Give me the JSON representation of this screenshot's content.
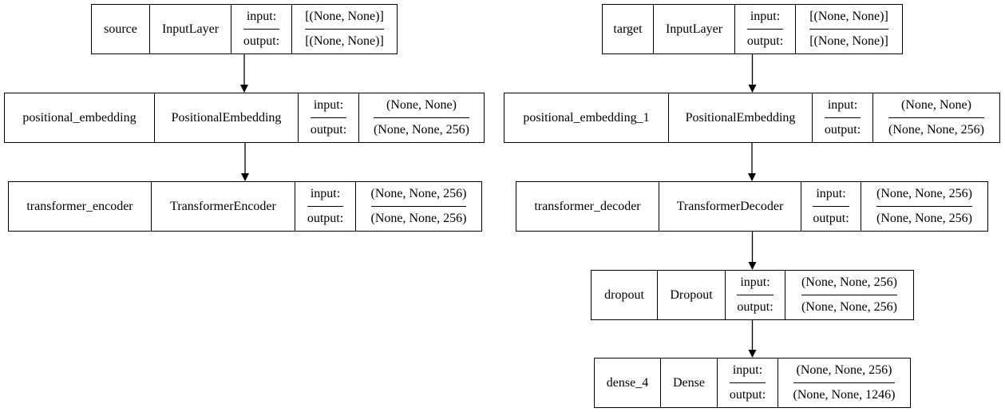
{
  "layers": [
    {
      "name": "source",
      "type": "InputLayer",
      "input_label": "input:",
      "input": "[(None, None)]",
      "output_label": "output:",
      "output": "[(None, None)]"
    },
    {
      "name": "positional_embedding",
      "type": "PositionalEmbedding",
      "input_label": "input:",
      "input": "(None, None)",
      "output_label": "output:",
      "output": "(None, None, 256)"
    },
    {
      "name": "transformer_encoder",
      "type": "TransformerEncoder",
      "input_label": "input:",
      "input": "(None, None, 256)",
      "output_label": "output:",
      "output": "(None, None, 256)"
    },
    {
      "name": "target",
      "type": "InputLayer",
      "input_label": "input:",
      "input": "[(None, None)]",
      "output_label": "output:",
      "output": "[(None, None)]"
    },
    {
      "name": "positional_embedding_1",
      "type": "PositionalEmbedding",
      "input_label": "input:",
      "input": "(None, None)",
      "output_label": "output:",
      "output": "(None, None, 256)"
    },
    {
      "name": "transformer_decoder",
      "type": "TransformerDecoder",
      "input_label": "input:",
      "input": "(None, None, 256)",
      "output_label": "output:",
      "output": "(None, None, 256)"
    },
    {
      "name": "dropout",
      "type": "Dropout",
      "input_label": "input:",
      "input": "(None, None, 256)",
      "output_label": "output:",
      "output": "(None, None, 256)"
    },
    {
      "name": "dense_4",
      "type": "Dense",
      "input_label": "input:",
      "input": "(None, None, 256)",
      "output_label": "output:",
      "output": "(None, None, 1246)"
    }
  ],
  "edges": [
    [
      "source",
      "positional_embedding"
    ],
    [
      "positional_embedding",
      "transformer_encoder"
    ],
    [
      "target",
      "positional_embedding_1"
    ],
    [
      "positional_embedding_1",
      "transformer_decoder"
    ],
    [
      "transformer_decoder",
      "dropout"
    ],
    [
      "dropout",
      "dense_4"
    ]
  ]
}
